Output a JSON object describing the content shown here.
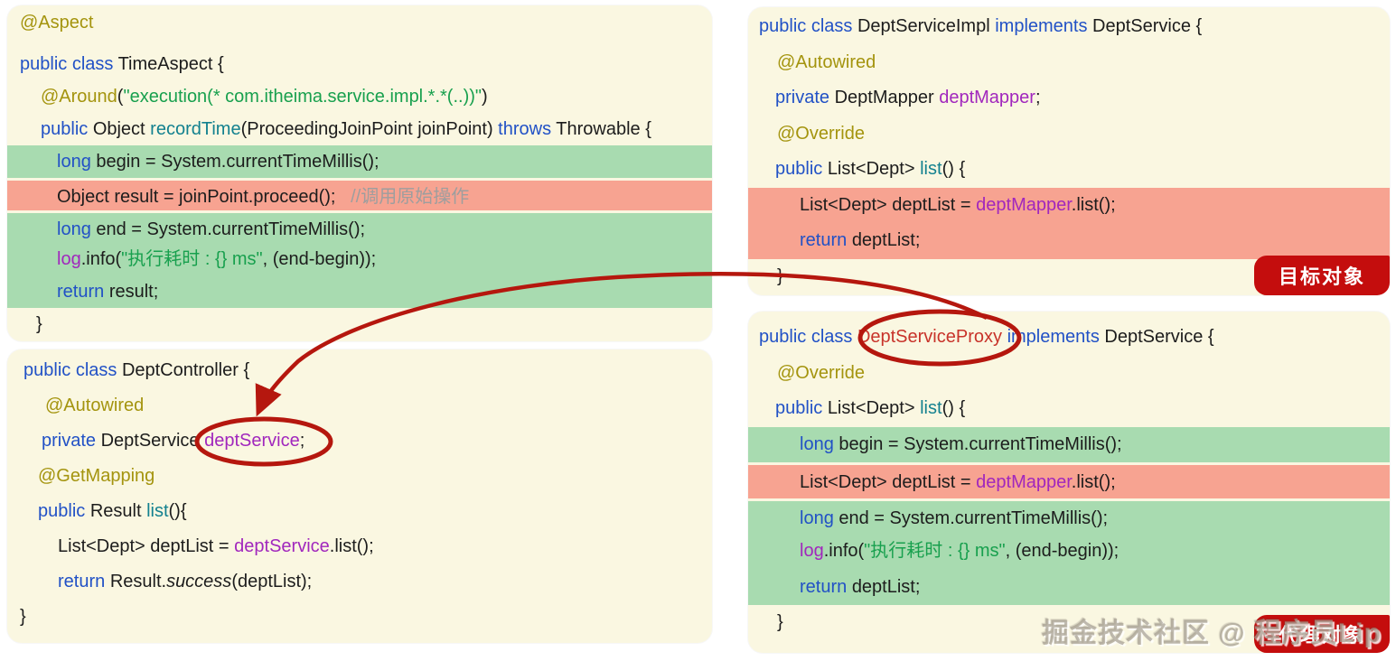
{
  "colors": {
    "page_bg": "#ffffff",
    "panel_bg": "#FAF7E1",
    "hl_green": "#A8DBB0",
    "hl_red": "#F7A391",
    "kw": "#2151C6",
    "ann": "#A4940E",
    "mth": "#13818F",
    "str": "#18A04E",
    "id": "#A127BD",
    "red_text": "#C8332A",
    "com": "#9E9E9E",
    "text": "#1C1C1C",
    "accent": "#B5170E",
    "badge_bg": "#C40D0D",
    "badge_text": "#ffffff"
  },
  "badges": {
    "target_label": "目标对象",
    "proxy_label": "代理对象"
  },
  "watermark_text": "掘金技术社区 @ 程序员Lip",
  "panels": {
    "time_aspect": {
      "line_height": 36,
      "pad_top": 1,
      "lines": [
        {
          "ind": 14,
          "hl": null,
          "tok": [
            [
              "@Aspect",
              "ann"
            ]
          ]
        },
        {
          "ind": 14,
          "hl": null,
          "sp": 10,
          "tok": [
            [
              "public class ",
              "kw"
            ],
            [
              "TimeAspect {",
              ""
            ]
          ]
        },
        {
          "ind": 37,
          "hl": null,
          "tok": [
            [
              "@Around",
              "ann"
            ],
            [
              "(",
              ""
            ],
            [
              "\"execution(* com.itheima.service.impl.*.*(..))\"",
              "str"
            ],
            [
              ")",
              ""
            ]
          ]
        },
        {
          "ind": 37,
          "hl": null,
          "tok": [
            [
              "public ",
              "kw"
            ],
            [
              "Object ",
              ""
            ],
            [
              "recordTime",
              "mth"
            ],
            [
              "(ProceedingJoinPoint joinPoint) ",
              ""
            ],
            [
              "throws ",
              "kw"
            ],
            [
              "Throwable {",
              ""
            ]
          ]
        },
        {
          "ind": 55,
          "hl": "green",
          "tok": [
            [
              "long ",
              "kw"
            ],
            [
              "begin = System.currentTimeMillis();",
              ""
            ]
          ]
        },
        {
          "ind": 55,
          "hl": "red",
          "tok": [
            [
              "Object result = joinPoint.proceed();   ",
              ""
            ],
            [
              "//调用原始操作",
              "com"
            ]
          ]
        },
        {
          "ind": 55,
          "hl": "green",
          "tok": [
            [
              "long ",
              "kw"
            ],
            [
              "end = System.currentTimeMillis();",
              ""
            ]
          ]
        },
        {
          "ind": 55,
          "hl": "green",
          "tok": [
            [
              "log",
              "id"
            ],
            [
              ".info(",
              ""
            ],
            [
              "\"执行耗时 : {} ms\"",
              "str"
            ],
            [
              ", (end-begin));",
              ""
            ]
          ]
        },
        {
          "ind": 55,
          "hl": "green",
          "tok": [
            [
              "return ",
              "kw"
            ],
            [
              "result;",
              ""
            ]
          ]
        },
        {
          "ind": 32,
          "hl": null,
          "tok": [
            [
              "}",
              ""
            ]
          ]
        }
      ]
    },
    "dept_controller": {
      "line_height": 39,
      "pad_top": 4,
      "lines": [
        {
          "ind": 18,
          "hl": null,
          "tok": [
            [
              "public class ",
              "kw"
            ],
            [
              "DeptController {",
              ""
            ]
          ]
        },
        {
          "ind": 42,
          "hl": null,
          "tok": [
            [
              "@Autowired",
              "ann"
            ]
          ]
        },
        {
          "ind": 38,
          "hl": null,
          "tok": [
            [
              "private ",
              "kw"
            ],
            [
              "DeptService ",
              ""
            ],
            [
              "deptService",
              "id"
            ],
            [
              ";",
              ""
            ]
          ]
        },
        {
          "ind": 34,
          "hl": null,
          "tok": [
            [
              "@GetMapping",
              "ann"
            ]
          ]
        },
        {
          "ind": 34,
          "hl": null,
          "tok": [
            [
              "public ",
              "kw"
            ],
            [
              "Result ",
              ""
            ],
            [
              "list",
              "mth"
            ],
            [
              "(){",
              ""
            ]
          ]
        },
        {
          "ind": 56,
          "hl": null,
          "tok": [
            [
              "List<Dept> deptList = ",
              ""
            ],
            [
              "deptService",
              "id"
            ],
            [
              ".list();",
              ""
            ]
          ]
        },
        {
          "ind": 56,
          "hl": null,
          "tok": [
            [
              "return ",
              "kw"
            ],
            [
              "Result.",
              ""
            ],
            [
              "success",
              "it"
            ],
            [
              "(deptList);",
              ""
            ]
          ]
        },
        {
          "ind": 14,
          "hl": null,
          "tok": [
            [
              "}",
              ""
            ]
          ]
        }
      ]
    },
    "dept_service_impl": {
      "line_height": 39.5,
      "pad_top": 2,
      "lines": [
        {
          "ind": 12,
          "hl": null,
          "tok": [
            [
              "public class ",
              "kw"
            ],
            [
              "DeptServiceImpl ",
              ""
            ],
            [
              "implements ",
              "kw"
            ],
            [
              "DeptService {",
              ""
            ]
          ]
        },
        {
          "ind": 32,
          "hl": null,
          "tok": [
            [
              "@Autowired",
              "ann"
            ]
          ]
        },
        {
          "ind": 30,
          "hl": null,
          "tok": [
            [
              "private ",
              "kw"
            ],
            [
              "DeptMapper ",
              ""
            ],
            [
              "deptMapper",
              "id"
            ],
            [
              ";",
              ""
            ]
          ]
        },
        {
          "ind": 32,
          "hl": null,
          "tok": [
            [
              "@Override",
              "ann"
            ]
          ]
        },
        {
          "ind": 30,
          "hl": null,
          "tok": [
            [
              "public ",
              "kw"
            ],
            [
              "List<Dept> ",
              ""
            ],
            [
              "list",
              "mth"
            ],
            [
              "() {",
              ""
            ]
          ]
        },
        {
          "ind": 57,
          "hl": "red",
          "tok": [
            [
              "List<Dept> deptList = ",
              ""
            ],
            [
              "deptMapper",
              "id"
            ],
            [
              ".list();",
              ""
            ]
          ]
        },
        {
          "ind": 57,
          "hl": "red",
          "tok": [
            [
              "return ",
              "kw"
            ],
            [
              "deptList;",
              ""
            ]
          ]
        },
        {
          "ind": 32,
          "hl": null,
          "tok": [
            [
              "}",
              ""
            ]
          ]
        }
      ]
    },
    "dept_service_proxy": {
      "line_height": 39.5,
      "pad_top": 9,
      "lines": [
        {
          "ind": 12,
          "hl": null,
          "tok": [
            [
              "public class ",
              "kw"
            ],
            [
              "DeptServiceProxy ",
              "red"
            ],
            [
              "implements ",
              "kw"
            ],
            [
              "DeptService {",
              ""
            ]
          ]
        },
        {
          "ind": 32,
          "hl": null,
          "tok": [
            [
              "@Override",
              "ann"
            ]
          ]
        },
        {
          "ind": 30,
          "hl": null,
          "tok": [
            [
              "public ",
              "kw"
            ],
            [
              "List<Dept> ",
              ""
            ],
            [
              "list",
              "mth"
            ],
            [
              "() {",
              ""
            ]
          ]
        },
        {
          "ind": 57,
          "hl": "green",
          "tok": [
            [
              "long ",
              "kw"
            ],
            [
              "begin = System.currentTimeMillis();",
              ""
            ]
          ]
        },
        {
          "ind": 57,
          "hl": "red",
          "tok": [
            [
              "List<Dept> deptList = ",
              ""
            ],
            [
              "deptMapper",
              "id"
            ],
            [
              ".list();",
              ""
            ]
          ]
        },
        {
          "ind": 57,
          "hl": "green",
          "tok": [
            [
              "long ",
              "kw"
            ],
            [
              "end = System.currentTimeMillis();",
              ""
            ]
          ]
        },
        {
          "ind": 57,
          "hl": "green",
          "tok": [
            [
              "log",
              "id"
            ],
            [
              ".info(",
              ""
            ],
            [
              "\"执行耗时 : {} ms\"",
              "str"
            ],
            [
              ", (end-begin));",
              ""
            ]
          ]
        },
        {
          "ind": 57,
          "hl": "green",
          "tok": [
            [
              "return ",
              "kw"
            ],
            [
              "deptList;",
              ""
            ]
          ]
        },
        {
          "ind": 32,
          "hl": null,
          "tok": [
            [
              "}",
              ""
            ]
          ]
        }
      ]
    }
  }
}
